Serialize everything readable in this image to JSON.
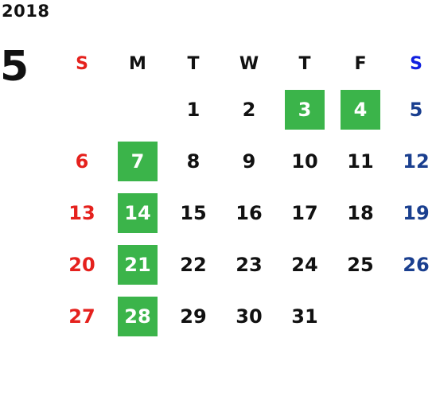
{
  "calendar": {
    "year": "2018",
    "month": "5",
    "weekdays": [
      "S",
      "M",
      "T",
      "W",
      "T",
      "F",
      "S"
    ],
    "weeks": [
      [
        "",
        "",
        "1",
        "2",
        "3",
        "4",
        "5"
      ],
      [
        "6",
        "7",
        "8",
        "9",
        "10",
        "11",
        "12"
      ],
      [
        "13",
        "14",
        "15",
        "16",
        "17",
        "18",
        "19"
      ],
      [
        "20",
        "21",
        "22",
        "23",
        "24",
        "25",
        "26"
      ],
      [
        "27",
        "28",
        "29",
        "30",
        "31",
        "",
        ""
      ]
    ],
    "highlighted_days": [
      "3",
      "4",
      "7",
      "14",
      "21",
      "28"
    ]
  },
  "colors": {
    "sunday": "#e5211d",
    "saturday": "#1a3f8f",
    "saturday_header": "#1020e0",
    "highlight": "#3bb44a",
    "text": "#111111"
  }
}
